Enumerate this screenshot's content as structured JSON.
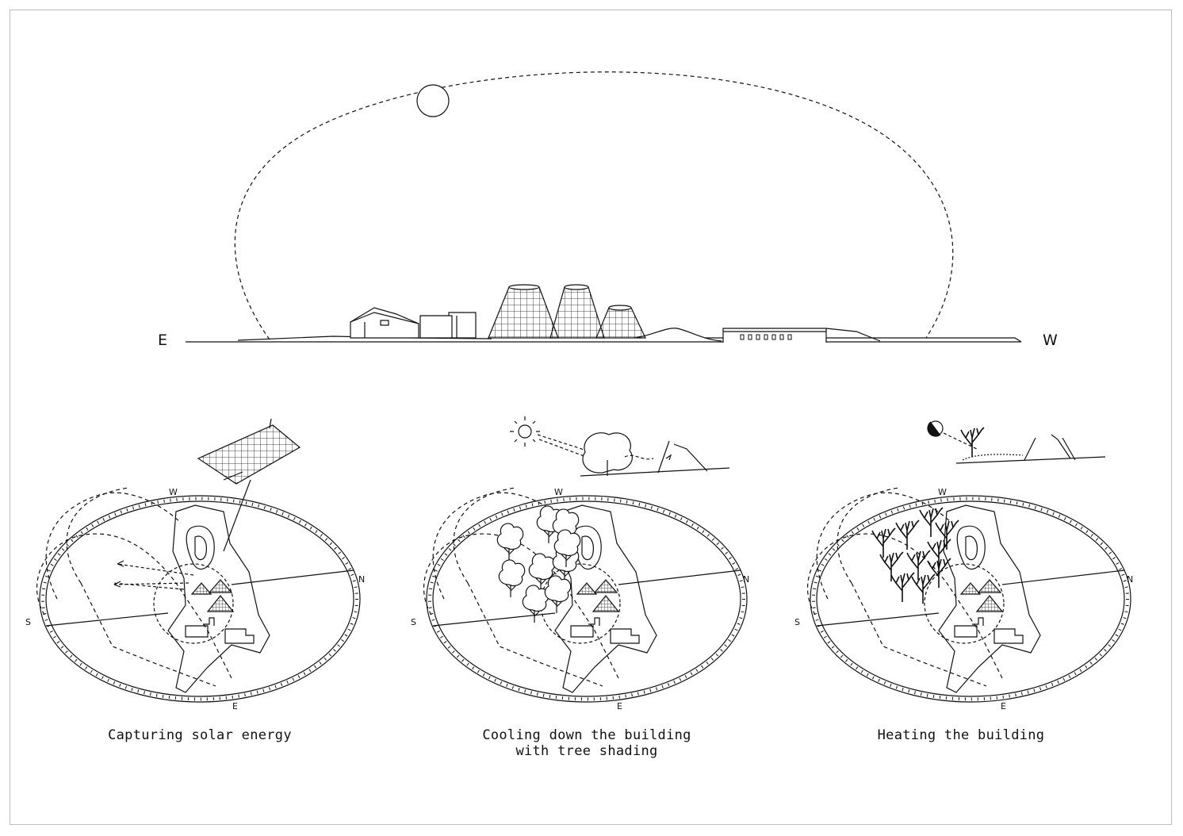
{
  "section": {
    "east_label": "E",
    "west_label": "W"
  },
  "panels": [
    {
      "caption": "Capturing solar energy",
      "compass": {
        "w": "W",
        "n": "N",
        "s": "S",
        "e": "E"
      }
    },
    {
      "caption_line1": "Cooling down the building",
      "caption_line2": "with tree shading",
      "compass": {
        "w": "W",
        "n": "N",
        "s": "S",
        "e": "E"
      }
    },
    {
      "caption": "Heating the building",
      "compass": {
        "w": "W",
        "n": "N",
        "s": "S",
        "e": "E"
      }
    }
  ],
  "colors": {
    "ink": "#111111",
    "frame": "#bdbdbd",
    "background": "#ffffff"
  }
}
